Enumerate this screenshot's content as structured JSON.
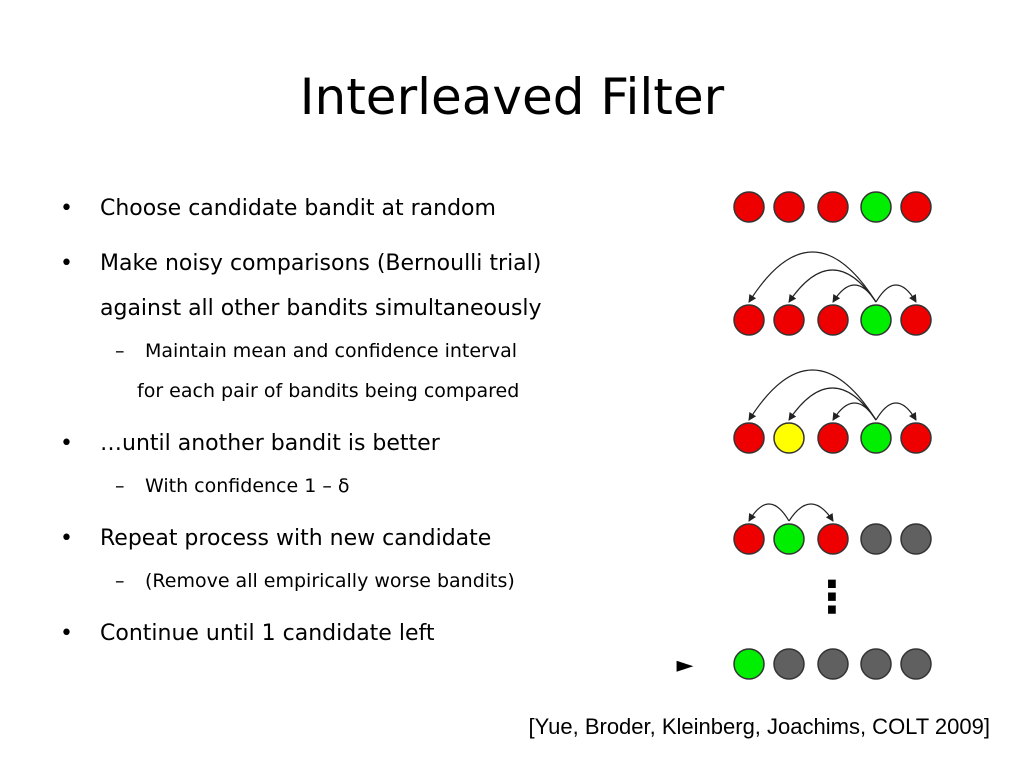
{
  "title": "Interleaved Filter",
  "bullets": [
    {
      "text": "Choose candidate bandit at random"
    },
    {
      "text_lines": [
        "Make noisy comparisons (Bernoulli trial)",
        "against all other bandits simultaneously"
      ]
    },
    {
      "sub": [
        "Maintain mean and confidence interval",
        "for each pair of bandits being compared"
      ]
    },
    {
      "text": "…until another bandit is better"
    },
    {
      "sub": [
        "With confidence 1 – δ"
      ]
    },
    {
      "text": "Repeat process with new candidate"
    },
    {
      "sub": [
        "(Remove all empirically worse bandits)"
      ]
    },
    {
      "text": "Continue until 1 candidate left"
    }
  ],
  "bullet_glyph": "•",
  "dash_glyph": "–",
  "arrow_glyph": "►",
  "ellipsis_glyph": "⋮",
  "citation": "[Yue, Broder, Kleinberg, Joachims, COLT 2009]",
  "colors": {
    "red": "#ee0000",
    "green": "#00ee00",
    "yellow": "#ffff00",
    "gray": "#606060"
  },
  "diagram_rows": [
    [
      "red",
      "red",
      "red",
      "green",
      "red"
    ],
    [
      "red",
      "red",
      "red",
      "green",
      "red"
    ],
    [
      "red",
      "yellow",
      "red",
      "green",
      "red"
    ],
    [
      "red",
      "green",
      "red",
      "gray",
      "gray"
    ],
    [
      "green",
      "gray",
      "gray",
      "gray",
      "gray"
    ]
  ]
}
